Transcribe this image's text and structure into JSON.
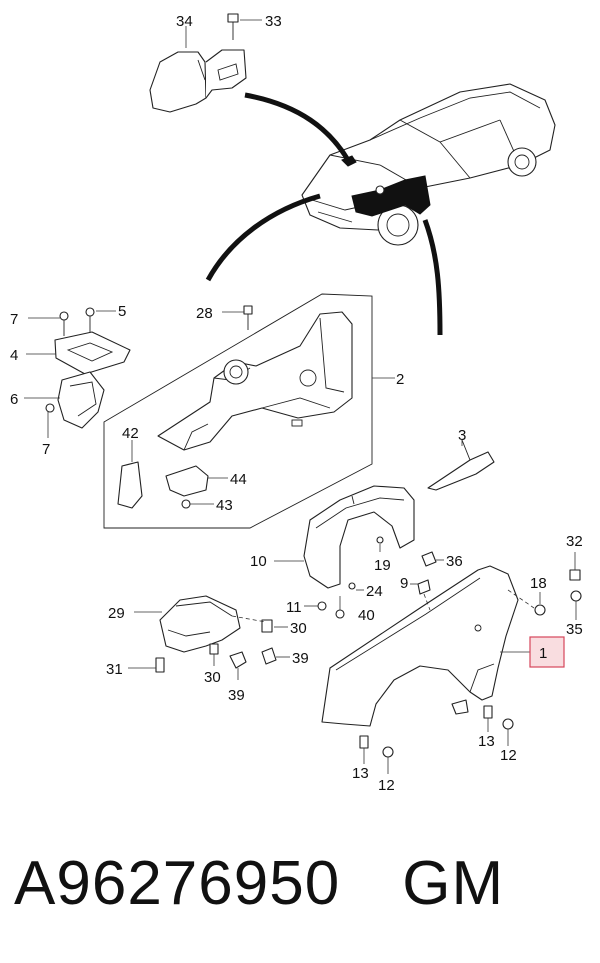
{
  "callouts": {
    "c1": "1",
    "c2": "2",
    "c3": "3",
    "c4": "4",
    "c5": "5",
    "c6": "6",
    "c7a": "7",
    "c7b": "7",
    "c9": "9",
    "c10": "10",
    "c11": "11",
    "c12a": "12",
    "c12b": "12",
    "c13a": "13",
    "c13b": "13",
    "c18": "18",
    "c19": "19",
    "c24": "24",
    "c28": "28",
    "c29": "29",
    "c30a": "30",
    "c30b": "30",
    "c31": "31",
    "c32": "32",
    "c33": "33",
    "c34": "34",
    "c35": "35",
    "c36": "36",
    "c39a": "39",
    "c39b": "39",
    "c40": "40",
    "c42": "42",
    "c43": "43",
    "c44": "44"
  },
  "footer": {
    "part_number": "A96276950",
    "brand": "GM"
  },
  "colors": {
    "highlight_fill": "#f9dde0",
    "highlight_stroke": "#d6455a"
  }
}
